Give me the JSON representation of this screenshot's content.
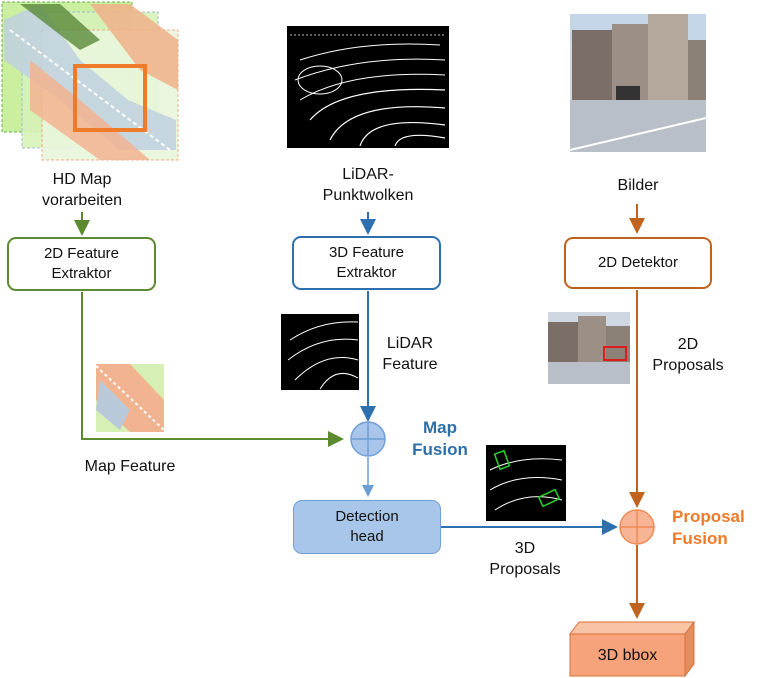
{
  "inputs": {
    "hd_map": "HD Map\nvorarbeiten",
    "lidar": "LiDAR-\nPunktwolken",
    "images": "Bilder"
  },
  "modules": {
    "feature_2d": "2D Feature\nExtraktor",
    "feature_3d": "3D Feature\nExtraktor",
    "detector_2d": "2D Detektor",
    "detection_head": "Detection\nhead",
    "output": "3D bbox"
  },
  "intermediate": {
    "lidar_feature": "LiDAR\nFeature",
    "map_feature": "Map Feature",
    "proposals_2d": "2D\nProposals",
    "proposals_3d": "3D\nProposals"
  },
  "fusion": {
    "map": "Map\nFusion",
    "proposal": "Proposal\nFusion"
  },
  "colors": {
    "green": "#5b8a2f",
    "blue": "#2e6fb0",
    "orange": "#c0631e",
    "map_label": "#2e6fa8",
    "proposal_label": "#ee7a2a",
    "head_fill": "#a8c6ea",
    "bbox_fill": "#f6b090"
  }
}
